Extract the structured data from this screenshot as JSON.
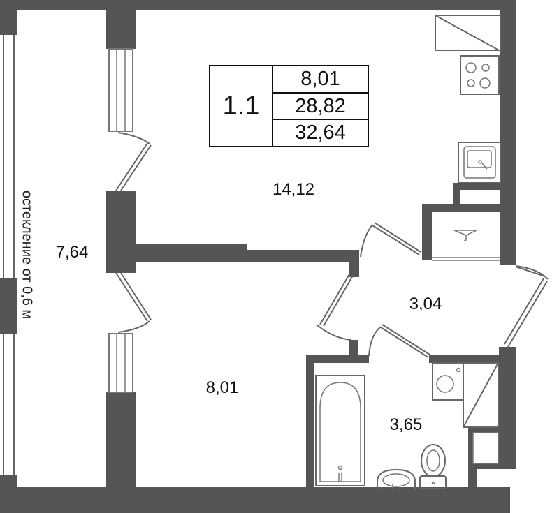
{
  "plan": {
    "apartment_number": "1.1",
    "areas": {
      "living": "8,01",
      "total_living": "28,82",
      "total": "32,64"
    },
    "rooms": [
      {
        "name": "kitchen-living",
        "area": "14,12"
      },
      {
        "name": "bedroom",
        "area": "8,01"
      },
      {
        "name": "balcony",
        "area": "7,64"
      },
      {
        "name": "hallway",
        "area": "3,04"
      },
      {
        "name": "bathroom",
        "area": "3,65"
      }
    ],
    "glazing_note": "остекление от 0,6 м"
  },
  "colors": {
    "wall": "#555555",
    "line": "#666666",
    "text": "#111111"
  }
}
